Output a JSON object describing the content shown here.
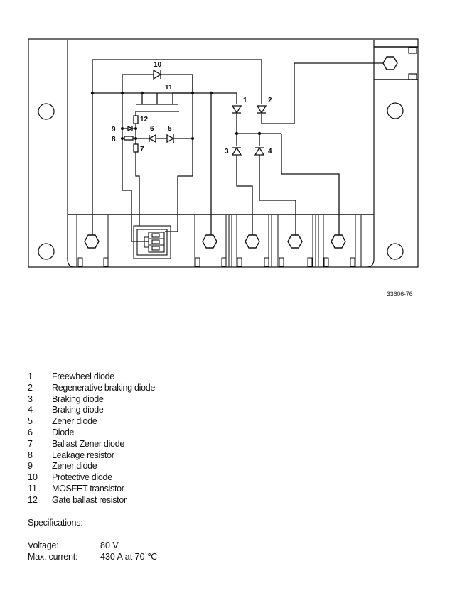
{
  "diagram": {
    "title": "Power module circuit diagram",
    "drawing_number": "33606-76",
    "callouts": {
      "d1": "1",
      "d2": "2",
      "d3": "3",
      "d4": "4",
      "d5": "5",
      "d6": "6",
      "r7": "7",
      "r8": "8",
      "d9": "9",
      "d10": "10",
      "q11": "11",
      "r12": "12"
    }
  },
  "legend": {
    "items": [
      {
        "num": "1",
        "text": "Freewheel diode"
      },
      {
        "num": "2",
        "text": "Regenerative braking diode"
      },
      {
        "num": "3",
        "text": "Braking diode"
      },
      {
        "num": "4",
        "text": "Braking diode"
      },
      {
        "num": "5",
        "text": "Zener diode"
      },
      {
        "num": "6",
        "text": "Diode"
      },
      {
        "num": "7",
        "text": "Ballast Zener diode"
      },
      {
        "num": "8",
        "text": "Leakage resistor"
      },
      {
        "num": "9",
        "text": "Zener diode"
      },
      {
        "num": "10",
        "text": "Protective diode"
      },
      {
        "num": "11",
        "text": "MOSFET transistor"
      },
      {
        "num": "12",
        "text": "Gate ballast resistor"
      }
    ]
  },
  "specifications": {
    "title": "Specifications:",
    "rows": [
      {
        "label": "Voltage:",
        "value": "80 V"
      },
      {
        "label": "Max. current:",
        "value": "430 A at 70 ℃"
      }
    ]
  }
}
